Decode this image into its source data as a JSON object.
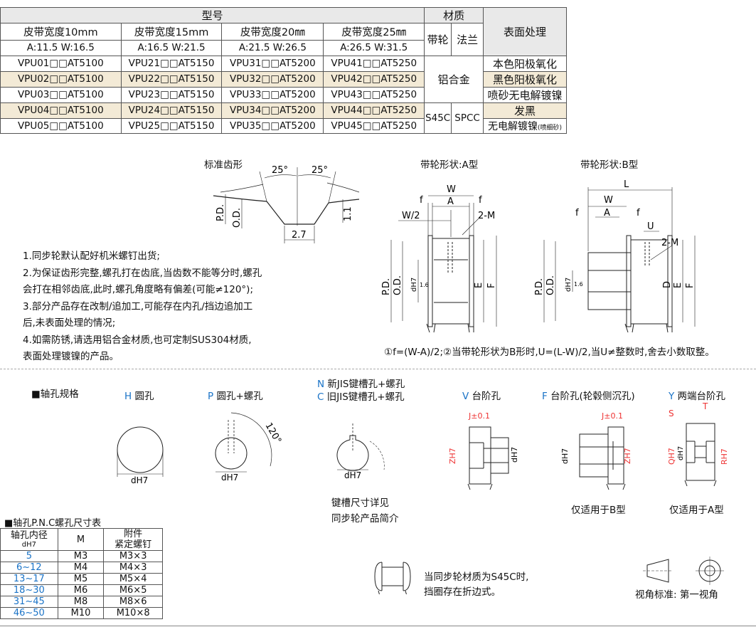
{
  "spec_table": {
    "header_model": "型号",
    "header_material": "材质",
    "header_surface": "表面处理",
    "widths": [
      "皮带宽度10mm",
      "皮带宽度15mm",
      "皮带宽度20㎜",
      "皮带宽度25㎜"
    ],
    "dims": [
      "A:11.5  W:16.5",
      "A:16.5  W:21.5",
      "A:21.5  W:26.5",
      "A:26.5  W:31.5"
    ],
    "material_pulley": "带轮",
    "material_flange": "法兰",
    "rows": [
      [
        "VPU01□□AT5100",
        "VPU21□□AT5150",
        "VPU31□□AT5200",
        "VPU41□□AT5250"
      ],
      [
        "VPU02□□AT5100",
        "VPU22□□AT5150",
        "VPU32□□AT5200",
        "VPU42□□AT5250"
      ],
      [
        "VPU03□□AT5100",
        "VPU23□□AT5150",
        "VPU33□□AT5200",
        "VPU43□□AT5250"
      ],
      [
        "VPU04□□AT5100",
        "VPU24□□AT5150",
        "VPU34□□AT5200",
        "VPU44□□AT5250"
      ],
      [
        "VPU05□□AT5100",
        "VPU25□□AT5150",
        "VPU35□□AT5200",
        "VPU45□□AT5250"
      ]
    ],
    "mat_alu": "铝合金",
    "mat_s45c": "S45C",
    "mat_spcc": "SPCC",
    "surfaces": [
      "本色阳极氧化",
      "黑色阳极氧化",
      "喷砂无电解镀镍",
      "发黑",
      "无电解镀镍"
    ],
    "surface5_note": "(喷细砂)"
  },
  "drawings": {
    "tooth_title": "标准齿形",
    "shape_a_title": "带轮形状:A型",
    "shape_b_title": "带轮形状:B型",
    "formula": "①f=(W-A)/2;②当带轮形状为B形时,U=(L-W)/2,当U≠整数时,舍去小数取整。",
    "tooth_labels": {
      "angle": "25°",
      "pd": "P.D.",
      "od": "O.D.",
      "h": "1.1",
      "w": "2.7"
    },
    "a_labels": {
      "w": "W",
      "a": "A",
      "f": "f",
      "w2": "W/2",
      "m": "2-M",
      "pd": "P.D.",
      "od": "O.D.",
      "d": "dH7",
      "e": "E",
      "f2": "F",
      "r": "1.6"
    },
    "b_labels": {
      "l": "L",
      "w": "W",
      "a": "A",
      "f": "f",
      "u": "U",
      "m": "2-M",
      "pd": "P.D.",
      "od": "O.D.",
      "d": "dH7",
      "dd": "D",
      "e": "E",
      "f2": "F",
      "r": "1.6"
    }
  },
  "notes": [
    "1.同步轮默认配好机米螺钉出货;",
    "2.为保证齿形完整,螺孔打在齿底,当齿数不能等分时,螺孔",
    "   会打在相邻齿底,此时,螺孔角度略有偏差(可能≠120°);",
    "3.部分产品存在改制/追加工,可能存在内孔/挡边追加工",
    "   后,未表面处理的情况;",
    "4.如需防锈,请选用铝合金材质,也可定制SUS304材质,",
    "   表面处理镀镍的产品。"
  ],
  "bore": {
    "title": "■轴孔规格",
    "h_code": "H",
    "h_name": "圆孔",
    "p_code": "P",
    "p_name": "圆孔+螺孔",
    "n_code": "N",
    "n_name": "新JIS键槽孔+螺孔",
    "c_code": "C",
    "c_name": "旧JIS键槽孔+螺孔",
    "v_code": "V",
    "v_name": "台阶孔",
    "f_code": "F",
    "f_name": "台阶孔(轮毂侧沉孔)",
    "y_code": "Y",
    "y_name": "两端台阶孔",
    "d_label": "dH7",
    "angle_label": "120°",
    "key_note_1": "键槽尺寸详见",
    "key_note_2": "同步轮产品简介",
    "j_label": "J±0.1",
    "z_label": "ZH7",
    "s_label": "S",
    "t_label": "T",
    "q_label": "QH7",
    "r_label": "RH7",
    "f_only": "仅适用于B型",
    "y_only": "仅适用于A型"
  },
  "pnc": {
    "title": "■轴孔P.N.C螺孔尺寸表",
    "headers": [
      "轴孔内径",
      "dH7",
      "M",
      "附件",
      "紧定螺钉"
    ],
    "rows": [
      [
        "5",
        "M3",
        "M3×3"
      ],
      [
        "6~12",
        "M4",
        "M4×3"
      ],
      [
        "13~17",
        "M5",
        "M5×4"
      ],
      [
        "18~30",
        "M6",
        "M6×5"
      ],
      [
        "31~45",
        "M8",
        "M8×6"
      ],
      [
        "46~50",
        "M10",
        "M10×8"
      ]
    ]
  },
  "footer": {
    "s45c_note_1": "当同步轮材质为S45C时,",
    "s45c_note_2": "挡圈存在折边式。",
    "view_standard": "视角标准: 第一视角"
  }
}
